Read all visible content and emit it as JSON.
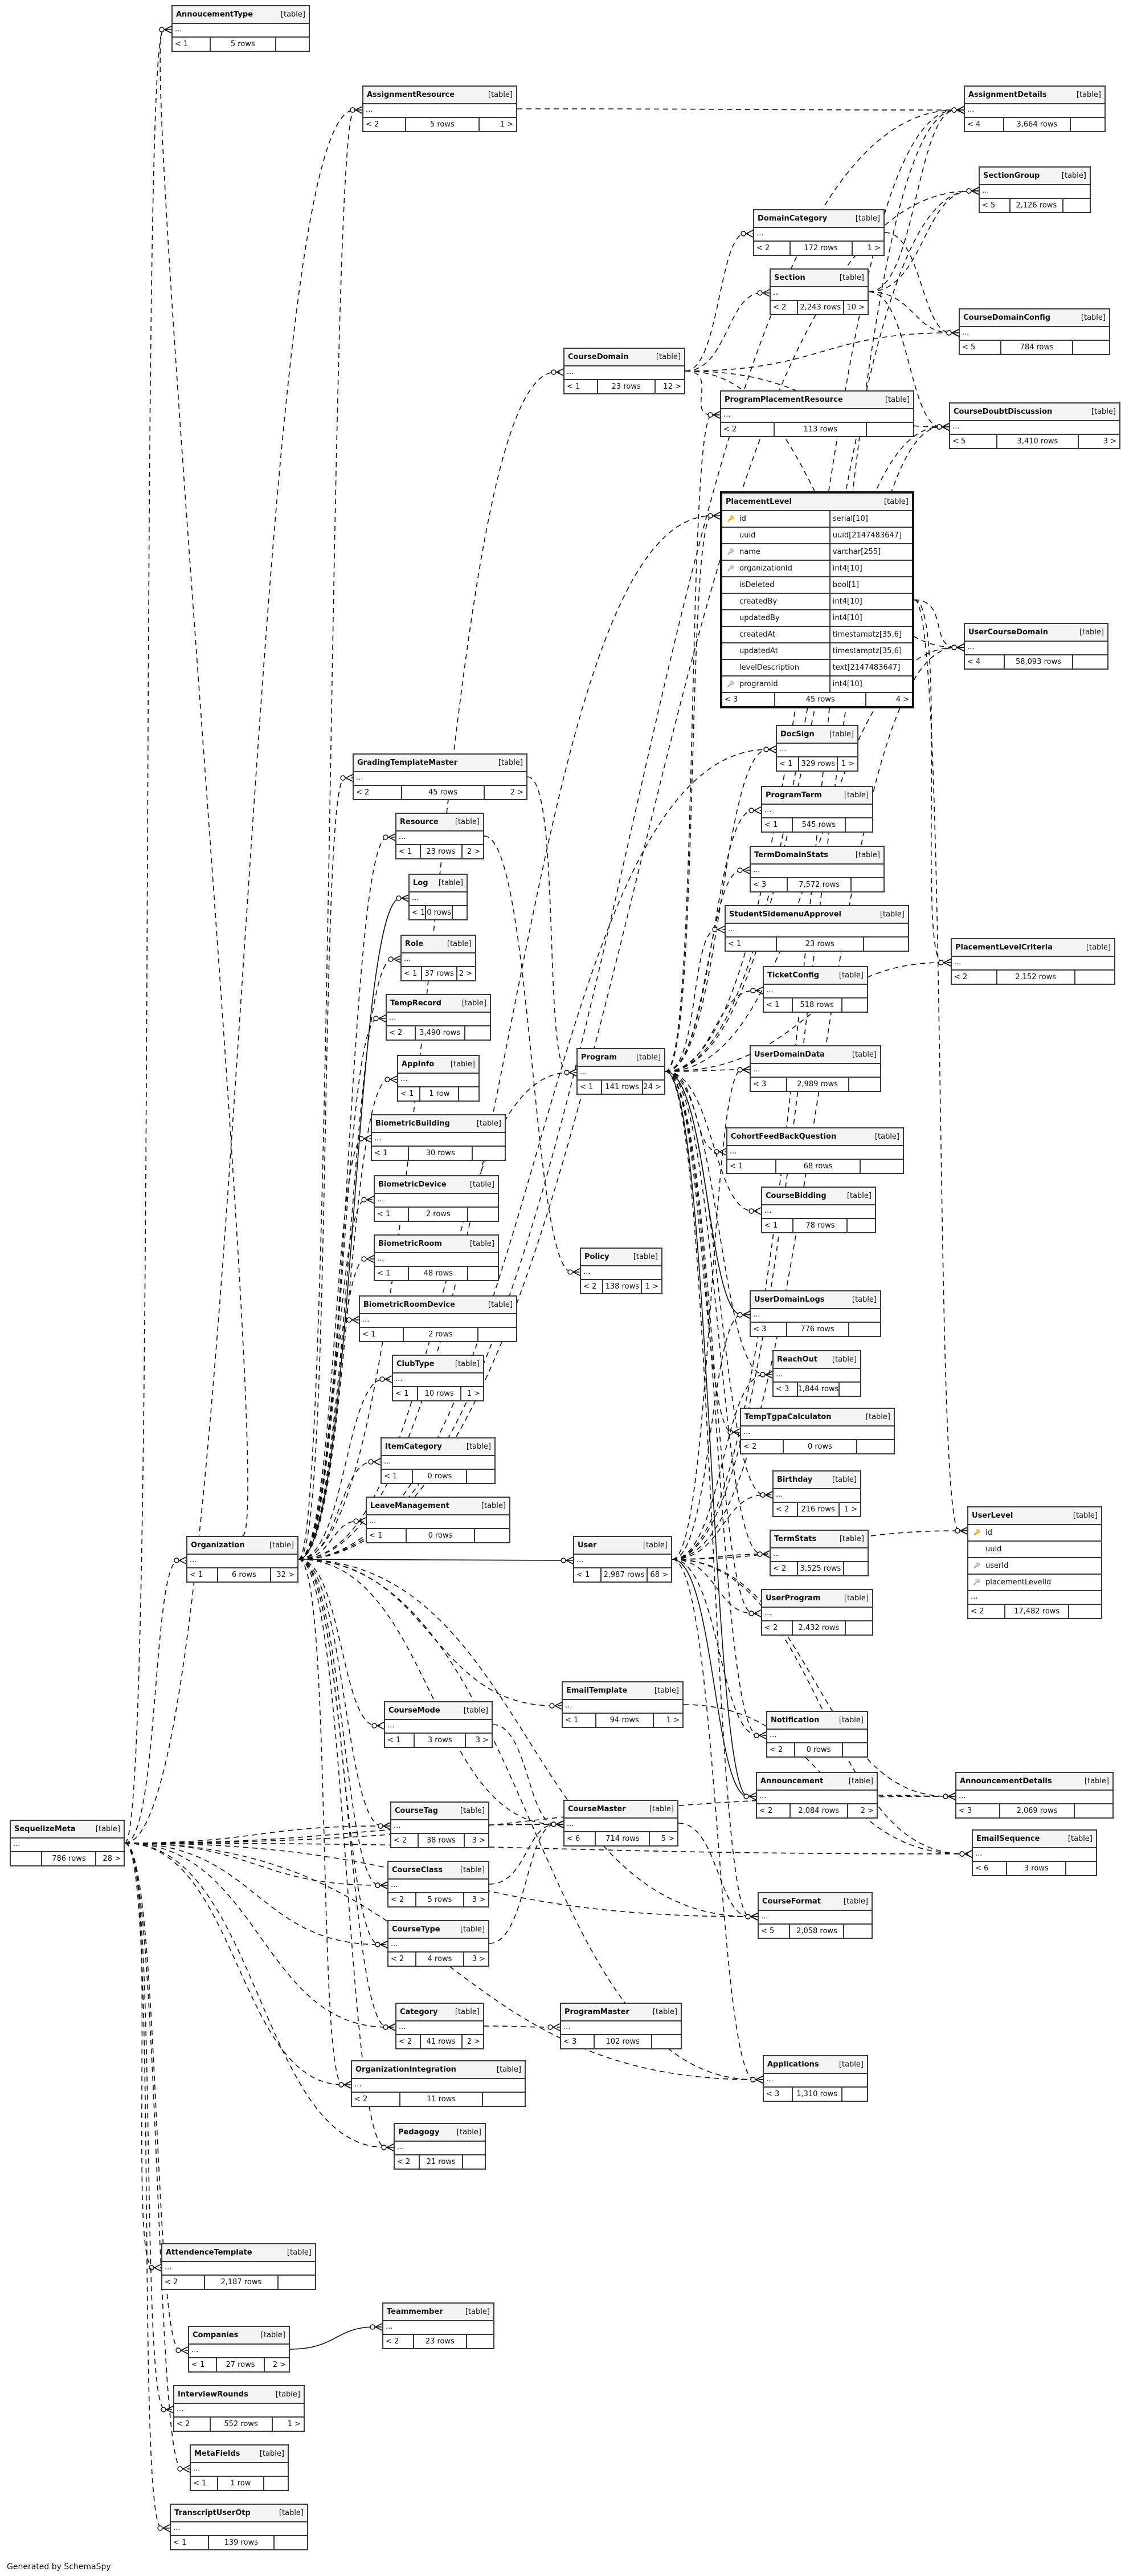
{
  "tag_label": "[table]",
  "ellipsis": "...",
  "footer_text": "Generated by SchemaSpy",
  "tables": [
    {
      "name": "AnnoucementType",
      "parents": "< 1",
      "rows": "5 rows",
      "children": ""
    },
    {
      "name": "AssignmentResource",
      "parents": "< 2",
      "rows": "5 rows",
      "children": "1 >"
    },
    {
      "name": "AssignmentDetails",
      "parents": "< 4",
      "rows": "3,664 rows",
      "children": ""
    },
    {
      "name": "SectionGroup",
      "parents": "< 5",
      "rows": "2,126 rows",
      "children": ""
    },
    {
      "name": "DomainCategory",
      "parents": "< 2",
      "rows": "172 rows",
      "children": "1 >"
    },
    {
      "name": "Section",
      "parents": "< 2",
      "rows": "2,243 rows",
      "children": "10 >"
    },
    {
      "name": "CourseDomainConfig",
      "parents": "< 5",
      "rows": "784 rows",
      "children": ""
    },
    {
      "name": "CourseDomain",
      "parents": "< 1",
      "rows": "23 rows",
      "children": "12 >"
    },
    {
      "name": "ProgramPlacementResource",
      "parents": "< 2",
      "rows": "113 rows",
      "children": ""
    },
    {
      "name": "CourseDoubtDiscussion",
      "parents": "< 5",
      "rows": "3,410 rows",
      "children": "3 >"
    },
    {
      "name": "PlacementLevel",
      "parents": "< 3",
      "rows": "45 rows",
      "children": "4 >",
      "focus": true,
      "columns": [
        {
          "name": "id",
          "type": "serial[10]",
          "key": "pk"
        },
        {
          "name": "uuid",
          "type": "uuid[2147483647]",
          "key": ""
        },
        {
          "name": "name",
          "type": "varchar[255]",
          "key": "fk"
        },
        {
          "name": "organizationId",
          "type": "int4[10]",
          "key": "fk"
        },
        {
          "name": "isDeleted",
          "type": "bool[1]",
          "key": ""
        },
        {
          "name": "createdBy",
          "type": "int4[10]",
          "key": ""
        },
        {
          "name": "updatedBy",
          "type": "int4[10]",
          "key": ""
        },
        {
          "name": "createdAt",
          "type": "timestamptz[35,6]",
          "key": ""
        },
        {
          "name": "updatedAt",
          "type": "timestamptz[35,6]",
          "key": ""
        },
        {
          "name": "levelDescription",
          "type": "text[2147483647]",
          "key": ""
        },
        {
          "name": "programId",
          "type": "int4[10]",
          "key": "fk"
        }
      ]
    },
    {
      "name": "UserCourseDomain",
      "parents": "< 4",
      "rows": "58,093 rows",
      "children": ""
    },
    {
      "name": "GradingTemplateMaster",
      "parents": "< 2",
      "rows": "45 rows",
      "children": "2 >"
    },
    {
      "name": "DocSign",
      "parents": "< 1",
      "rows": "329 rows",
      "children": "1 >"
    },
    {
      "name": "ProgramTerm",
      "parents": "< 1",
      "rows": "545 rows",
      "children": ""
    },
    {
      "name": "Resource",
      "parents": "< 1",
      "rows": "23 rows",
      "children": "2 >"
    },
    {
      "name": "TermDomainStats",
      "parents": "< 3",
      "rows": "7,572 rows",
      "children": ""
    },
    {
      "name": "Log",
      "parents": "< 1",
      "rows": "0 rows",
      "children": ""
    },
    {
      "name": "StudentSidemenuApprovel",
      "parents": "< 1",
      "rows": "23 rows",
      "children": ""
    },
    {
      "name": "Role",
      "parents": "< 1",
      "rows": "37 rows",
      "children": "2 >"
    },
    {
      "name": "PlacementLevelCriteria",
      "parents": "< 2",
      "rows": "2,152 rows",
      "children": ""
    },
    {
      "name": "TempRecord",
      "parents": "< 2",
      "rows": "3,490 rows",
      "children": ""
    },
    {
      "name": "TicketConfig",
      "parents": "< 1",
      "rows": "518 rows",
      "children": ""
    },
    {
      "name": "Program",
      "parents": "< 1",
      "rows": "141 rows",
      "children": "24 >"
    },
    {
      "name": "UserDomainData",
      "parents": "< 3",
      "rows": "2,989 rows",
      "children": ""
    },
    {
      "name": "AppInfo",
      "parents": "< 1",
      "rows": "1 row",
      "children": ""
    },
    {
      "name": "BiometricBuilding",
      "parents": "< 1",
      "rows": "30 rows",
      "children": ""
    },
    {
      "name": "CohortFeedBackQuestion",
      "parents": "< 1",
      "rows": "68 rows",
      "children": ""
    },
    {
      "name": "BiometricDevice",
      "parents": "< 1",
      "rows": "2 rows",
      "children": ""
    },
    {
      "name": "CourseBidding",
      "parents": "< 1",
      "rows": "78 rows",
      "children": ""
    },
    {
      "name": "BiometricRoom",
      "parents": "< 1",
      "rows": "48 rows",
      "children": ""
    },
    {
      "name": "Policy",
      "parents": "< 2",
      "rows": "138 rows",
      "children": "1 >"
    },
    {
      "name": "BiometricRoomDevice",
      "parents": "< 1",
      "rows": "2 rows",
      "children": ""
    },
    {
      "name": "UserDomainLogs",
      "parents": "< 3",
      "rows": "776 rows",
      "children": ""
    },
    {
      "name": "ClubType",
      "parents": "< 1",
      "rows": "10 rows",
      "children": "1 >"
    },
    {
      "name": "ReachOut",
      "parents": "< 3",
      "rows": "1,844 rows",
      "children": ""
    },
    {
      "name": "TempTgpaCalculaton",
      "parents": "< 2",
      "rows": "0 rows",
      "children": ""
    },
    {
      "name": "ItemCategory",
      "parents": "< 1",
      "rows": "0 rows",
      "children": ""
    },
    {
      "name": "Birthday",
      "parents": "< 2",
      "rows": "216 rows",
      "children": "1 >"
    },
    {
      "name": "LeaveManagement",
      "parents": "< 1",
      "rows": "0 rows",
      "children": ""
    },
    {
      "name": "UserLevel",
      "parents": "< 2",
      "rows": "17,482 rows",
      "children": "",
      "columns": [
        {
          "name": "id",
          "type": "",
          "key": "pk"
        },
        {
          "name": "uuid",
          "type": "",
          "key": ""
        },
        {
          "name": "userId",
          "type": "",
          "key": "fk"
        },
        {
          "name": "placementLevelId",
          "type": "",
          "key": "fk"
        }
      ]
    },
    {
      "name": "Organization",
      "parents": "< 1",
      "rows": "6 rows",
      "children": "32 >"
    },
    {
      "name": "User",
      "parents": "< 1",
      "rows": "2,987 rows",
      "children": "68 >"
    },
    {
      "name": "TermStats",
      "parents": "< 2",
      "rows": "3,525 rows",
      "children": ""
    },
    {
      "name": "UserProgram",
      "parents": "< 2",
      "rows": "2,432 rows",
      "children": ""
    },
    {
      "name": "EmailTemplate",
      "parents": "< 1",
      "rows": "94 rows",
      "children": "1 >"
    },
    {
      "name": "CourseMode",
      "parents": "< 1",
      "rows": "3 rows",
      "children": "3 >"
    },
    {
      "name": "Notification",
      "parents": "< 2",
      "rows": "0 rows",
      "children": ""
    },
    {
      "name": "Announcement",
      "parents": "< 2",
      "rows": "2,084 rows",
      "children": "2 >"
    },
    {
      "name": "AnnouncementDetails",
      "parents": "< 3",
      "rows": "2,069 rows",
      "children": ""
    },
    {
      "name": "SequelizeMeta",
      "parents": "",
      "rows": "786 rows",
      "children": "28 >"
    },
    {
      "name": "CourseTag",
      "parents": "< 2",
      "rows": "38 rows",
      "children": "3 >"
    },
    {
      "name": "CourseMaster",
      "parents": "< 6",
      "rows": "714 rows",
      "children": "5 >"
    },
    {
      "name": "EmailSequence",
      "parents": "< 6",
      "rows": "3 rows",
      "children": ""
    },
    {
      "name": "CourseClass",
      "parents": "< 2",
      "rows": "5 rows",
      "children": "3 >"
    },
    {
      "name": "CourseFormat",
      "parents": "< 5",
      "rows": "2,058 rows",
      "children": ""
    },
    {
      "name": "CourseType",
      "parents": "< 2",
      "rows": "4 rows",
      "children": "3 >"
    },
    {
      "name": "Category",
      "parents": "< 2",
      "rows": "41 rows",
      "children": "2 >"
    },
    {
      "name": "ProgramMaster",
      "parents": "< 3",
      "rows": "102 rows",
      "children": ""
    },
    {
      "name": "OrganizationIntegration",
      "parents": "< 2",
      "rows": "11 rows",
      "children": ""
    },
    {
      "name": "Applications",
      "parents": "< 3",
      "rows": "1,310 rows",
      "children": ""
    },
    {
      "name": "Pedagogy",
      "parents": "< 2",
      "rows": "21 rows",
      "children": ""
    },
    {
      "name": "AttendenceTemplate",
      "parents": "< 2",
      "rows": "2,187 rows",
      "children": ""
    },
    {
      "name": "Teammember",
      "parents": "< 2",
      "rows": "23 rows",
      "children": ""
    },
    {
      "name": "Companies",
      "parents": "< 1",
      "rows": "27 rows",
      "children": "2 >"
    },
    {
      "name": "InterviewRounds",
      "parents": "< 2",
      "rows": "552 rows",
      "children": "1 >"
    },
    {
      "name": "MetaFields",
      "parents": "< 1",
      "rows": "1 row",
      "children": ""
    },
    {
      "name": "TranscriptUserOtp",
      "parents": "< 1",
      "rows": "139 rows",
      "children": ""
    }
  ],
  "relationships": [
    {
      "parent": "Organization",
      "children": [
        "AnnoucementType",
        "AssignmentResource",
        "GradingTemplateMaster",
        "Resource",
        "Role",
        "TempRecord",
        "AppInfo",
        "BiometricBuilding",
        "BiometricDevice",
        "BiometricRoom",
        "BiometricRoomDevice",
        "ClubType",
        "ItemCategory",
        "LeaveManagement",
        "CourseMode",
        "CourseTag",
        "CourseClass",
        "CourseType",
        "Category",
        "OrganizationIntegration",
        "Pedagogy",
        "Program",
        "CourseDomain",
        "PlacementLevel",
        "EmailTemplate",
        "CourseMaster",
        "CourseFormat",
        "Applications",
        "SectionGroup",
        "DocSign",
        "AssignmentDetails"
      ],
      "solid": [
        "Log",
        "User"
      ]
    },
    {
      "parent": "SequelizeMeta",
      "children": [
        "Organization",
        "AttendenceTemplate",
        "Companies",
        "InterviewRounds",
        "MetaFields",
        "TranscriptUserOtp",
        "CourseTag",
        "CourseMaster",
        "EmailSequence",
        "CourseClass",
        "CourseType",
        "Category",
        "OrganizationIntegration",
        "Pedagogy",
        "AnnouncementDetails",
        "Applications",
        "AssignmentResource",
        "AnnoucementType",
        "CourseFormat"
      ],
      "solid": []
    },
    {
      "parent": "Program",
      "children": [
        "PlacementLevel",
        "ProgramPlacementResource",
        "DocSign",
        "ProgramTerm",
        "TermDomainStats",
        "StudentSidemenuApprovel",
        "TicketConfig",
        "UserDomainData",
        "CohortFeedBackQuestion",
        "CourseBidding",
        "ReachOut",
        "TempTgpaCalculaton",
        "Birthday",
        "TermStats",
        "UserProgram",
        "Notification",
        "CourseFormat",
        "UserCourseDomain",
        "PlacementLevelCriteria",
        "CourseDoubtDiscussion",
        "AssignmentDetails",
        "SectionGroup"
      ],
      "solid": [
        "UserDomainLogs",
        "Announcement"
      ]
    },
    {
      "parent": "User",
      "children": [
        "UserLevel",
        "UserProgram",
        "TermStats",
        "Birthday",
        "ReachOut",
        "UserDomainData",
        "UserDomainLogs",
        "Notification",
        "AnnouncementDetails",
        "EmailSequence",
        "UserCourseDomain",
        "CourseDoubtDiscussion",
        "Applications",
        "AssignmentDetails"
      ],
      "solid": [
        "Announcement"
      ]
    },
    {
      "parent": "CourseDomain",
      "children": [
        "Section",
        "CourseDomainConfig",
        "DomainCategory",
        "UserCourseDomain",
        "CourseDoubtDiscussion",
        "ProgramPlacementResource"
      ],
      "solid": []
    },
    {
      "parent": "Section",
      "children": [
        "SectionGroup",
        "CourseDomainConfig",
        "CourseDoubtDiscussion",
        "AssignmentDetails"
      ],
      "solid": []
    },
    {
      "parent": "PlacementLevel",
      "children": [
        "UserLevel",
        "PlacementLevelCriteria",
        "UserCourseDomain"
      ],
      "solid": []
    },
    {
      "parent": "AssignmentResource",
      "children": [
        "AssignmentDetails"
      ],
      "solid": []
    },
    {
      "parent": "Announcement",
      "children": [
        "AnnouncementDetails"
      ],
      "solid": []
    },
    {
      "parent": "Companies",
      "children": [],
      "solid": [
        "Teammember"
      ]
    },
    {
      "parent": "Category",
      "children": [
        "ProgramMaster"
      ],
      "solid": []
    },
    {
      "parent": "CourseMode",
      "children": [
        "CourseMaster"
      ],
      "solid": []
    },
    {
      "parent": "CourseTag",
      "children": [
        "CourseMaster"
      ],
      "solid": []
    },
    {
      "parent": "CourseClass",
      "children": [
        "CourseMaster"
      ],
      "solid": []
    },
    {
      "parent": "CourseType",
      "children": [
        "CourseMaster"
      ],
      "solid": []
    },
    {
      "parent": "GradingTemplateMaster",
      "children": [
        "Program"
      ],
      "solid": []
    },
    {
      "parent": "Resource",
      "children": [
        "Policy"
      ],
      "solid": []
    },
    {
      "parent": "EmailTemplate",
      "children": [
        "EmailSequence"
      ],
      "solid": []
    },
    {
      "parent": "CourseMaster",
      "children": [
        "CourseFormat"
      ],
      "solid": []
    },
    {
      "parent": "DomainCategory",
      "children": [
        "CourseDomainConfig"
      ],
      "solid": []
    }
  ]
}
